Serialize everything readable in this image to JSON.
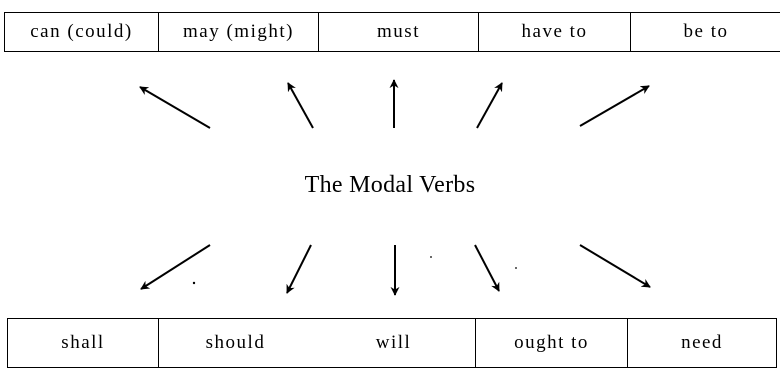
{
  "top_row": [
    "can (could)",
    "may (might)",
    "must",
    "have to",
    "be to"
  ],
  "bottom_row": [
    "shall",
    "should",
    "will",
    "ought to",
    "need"
  ],
  "center_label": "The Modal Verbs",
  "colors": {
    "ink": "#000000",
    "background": "#ffffff"
  }
}
